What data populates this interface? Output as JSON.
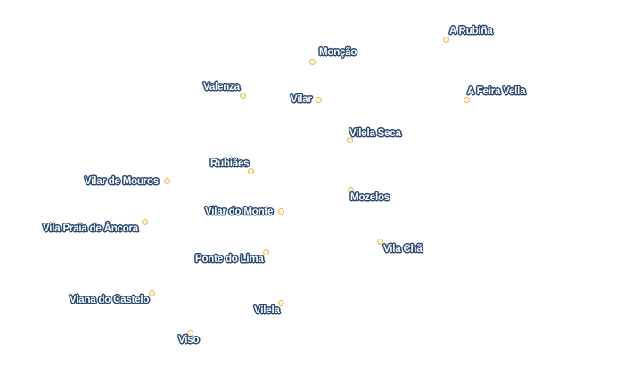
{
  "map": {
    "marker_color": "#e7b95a",
    "label_color": "#ffffff",
    "label_halo_color": "#2c4a72",
    "places": [
      {
        "id": "a-rubina",
        "name": "A Rubiña"
      },
      {
        "id": "moncao",
        "name": "Monção"
      },
      {
        "id": "valenza",
        "name": "Valenza"
      },
      {
        "id": "vilar",
        "name": "Vilar"
      },
      {
        "id": "a-feira-vella",
        "name": "A Feira Vella"
      },
      {
        "id": "vilela-seca",
        "name": "Vilela Seca"
      },
      {
        "id": "rubiaes",
        "name": "Rubiães"
      },
      {
        "id": "vilar-de-mouros",
        "name": "Vilar de Mouros"
      },
      {
        "id": "mozelos",
        "name": "Mozelos"
      },
      {
        "id": "vilar-do-monte",
        "name": "Vilar do Monte"
      },
      {
        "id": "vila-praia-de-ancora",
        "name": "Vila Praia de Âncora"
      },
      {
        "id": "vila-cha",
        "name": "Vila Chã"
      },
      {
        "id": "ponte-do-lima",
        "name": "Ponte do Lima"
      },
      {
        "id": "viana-do-castelo",
        "name": "Viana do Castelo"
      },
      {
        "id": "vilela",
        "name": "Vilela"
      },
      {
        "id": "viso",
        "name": "Viso"
      }
    ]
  }
}
